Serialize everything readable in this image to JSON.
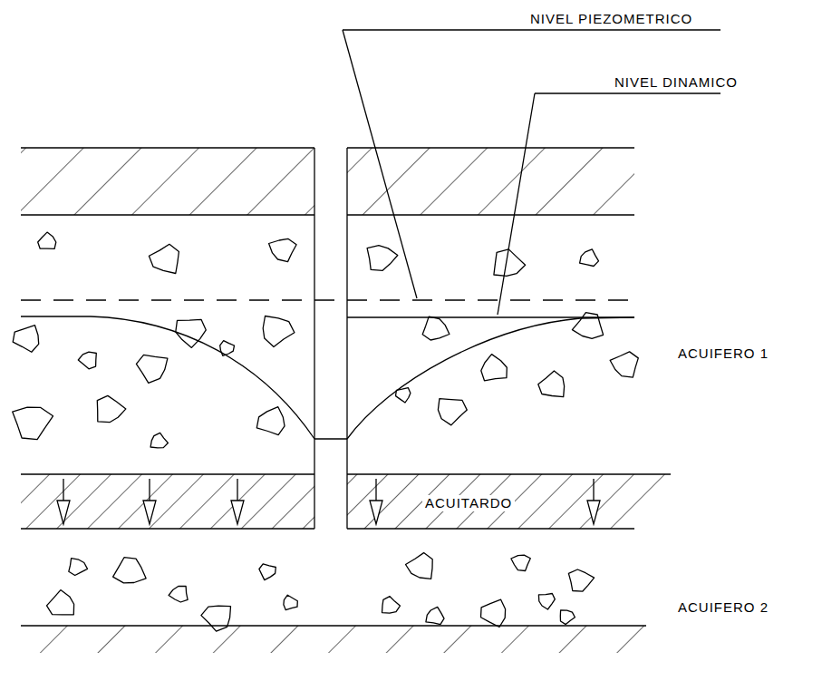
{
  "diagram": {
    "labels": [
      "NIVEL PIEZOMETRICO",
      "NIVEL DINAMICO",
      "ACUIFERO 1",
      "ACUITARDO",
      "ACUIFERO 2"
    ]
  }
}
